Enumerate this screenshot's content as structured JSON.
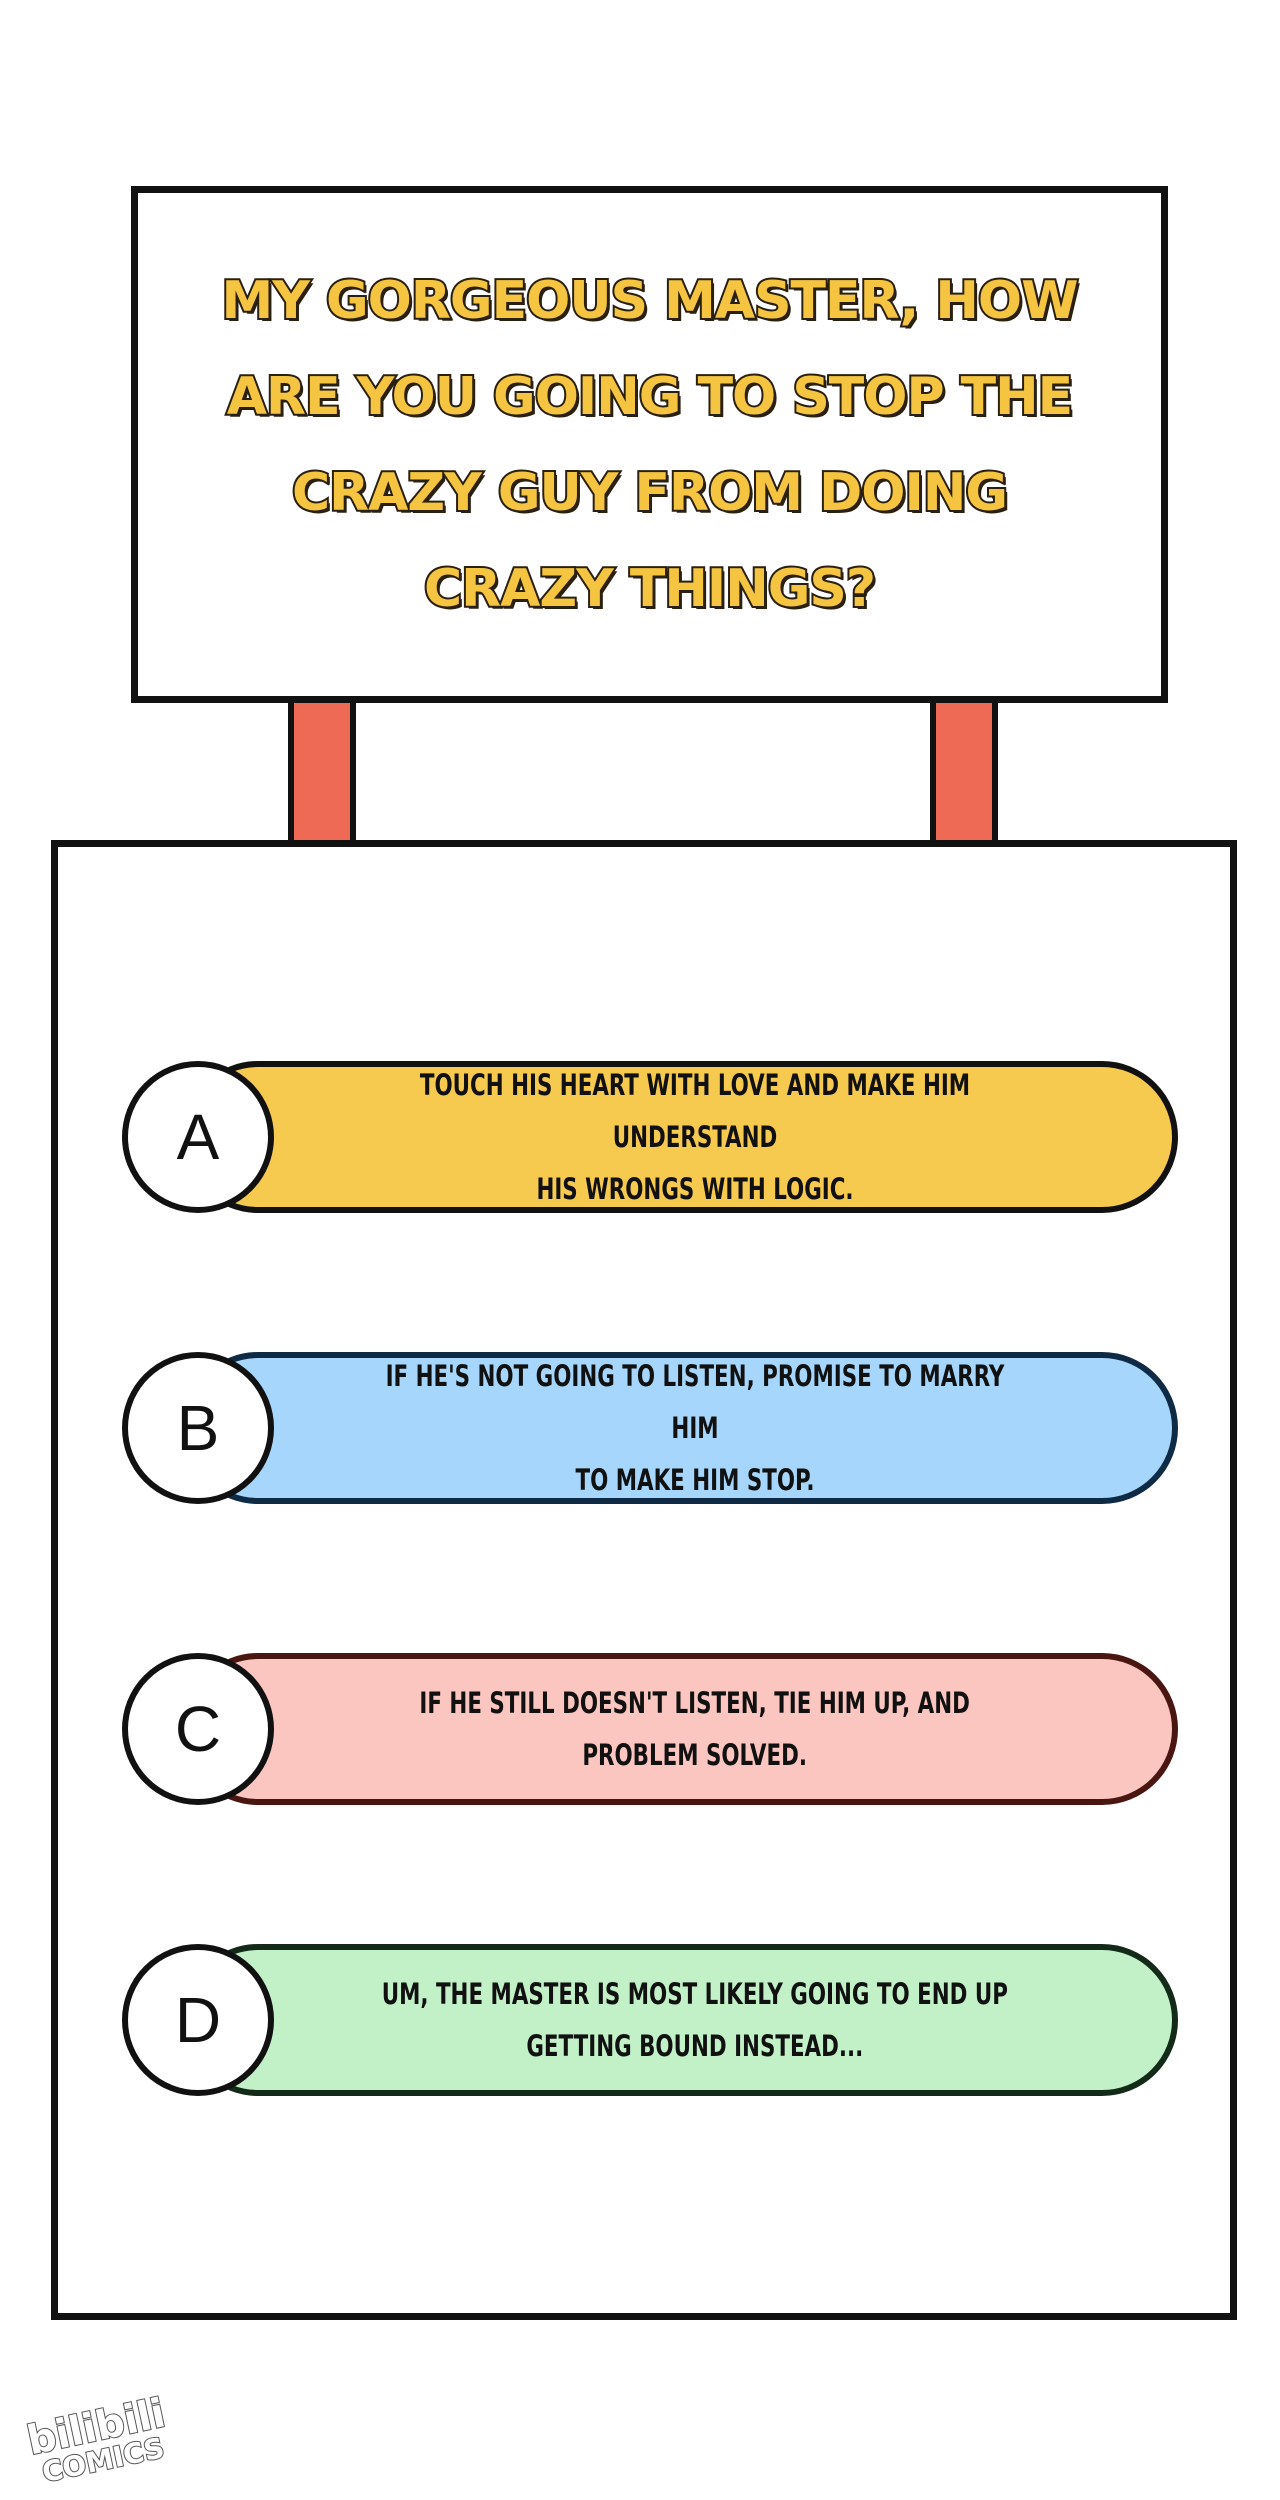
{
  "sign": {
    "title": "MY GORGEOUS MASTER, HOW ARE YOU GOING TO STOP THE CRAZY GUY FROM DOING CRAZY THINGS?"
  },
  "options": [
    {
      "letter": "A",
      "text": "TOUCH HIS HEART WITH LOVE AND MAKE HIM UNDERSTAND\nHIS WRONGS WITH LOGIC.",
      "color": "#f6c94f",
      "border": "#111111"
    },
    {
      "letter": "B",
      "text": "IF HE'S NOT GOING TO LISTEN, PROMISE TO MARRY HIM\nTO MAKE HIM STOP.",
      "color": "#a6d6fb",
      "border": "#0e2a44"
    },
    {
      "letter": "C",
      "text": "IF HE STILL DOESN'T LISTEN, TIE HIM UP, AND\nPROBLEM SOLVED.",
      "color": "#fbc6c0",
      "border": "#4a1612"
    },
    {
      "letter": "D",
      "text": "UM, THE MASTER IS MOST LIKELY GOING TO END UP\nGETTING BOUND INSTEAD...",
      "color": "#c2f1c8",
      "border": "#142a18"
    }
  ],
  "logo": {
    "line1": "bilibili",
    "line2": "COMICS"
  }
}
